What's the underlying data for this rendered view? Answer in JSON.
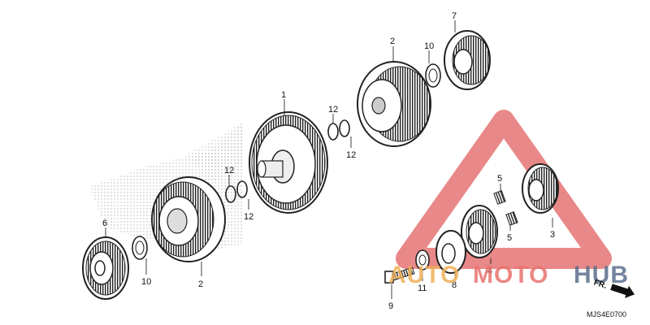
{
  "diagram_code": "MJS4E0700",
  "front_marker": "FR.",
  "watermark": {
    "text_a": "AUTO",
    "text_b": "MOTO",
    "text_c": "HUB",
    "colors": {
      "auto": "#f0b15a",
      "moto": "#e8736f",
      "hub": "#5c6f8c",
      "triangle": "#e26060"
    }
  },
  "callouts": [
    {
      "id": "c1",
      "label": "1"
    },
    {
      "id": "c2a",
      "label": "2"
    },
    {
      "id": "c2b",
      "label": "2"
    },
    {
      "id": "c3",
      "label": "3"
    },
    {
      "id": "c4",
      "label": "4"
    },
    {
      "id": "c5a",
      "label": "5"
    },
    {
      "id": "c5b",
      "label": "5"
    },
    {
      "id": "c6",
      "label": "6"
    },
    {
      "id": "c7",
      "label": "7"
    },
    {
      "id": "c8",
      "label": "8"
    },
    {
      "id": "c9",
      "label": "9"
    },
    {
      "id": "c10a",
      "label": "10"
    },
    {
      "id": "c10b",
      "label": "10"
    },
    {
      "id": "c11",
      "label": "11"
    },
    {
      "id": "c12a",
      "label": "12"
    },
    {
      "id": "c12b",
      "label": "12"
    },
    {
      "id": "c12c",
      "label": "12"
    },
    {
      "id": "c12d",
      "label": "12"
    }
  ]
}
